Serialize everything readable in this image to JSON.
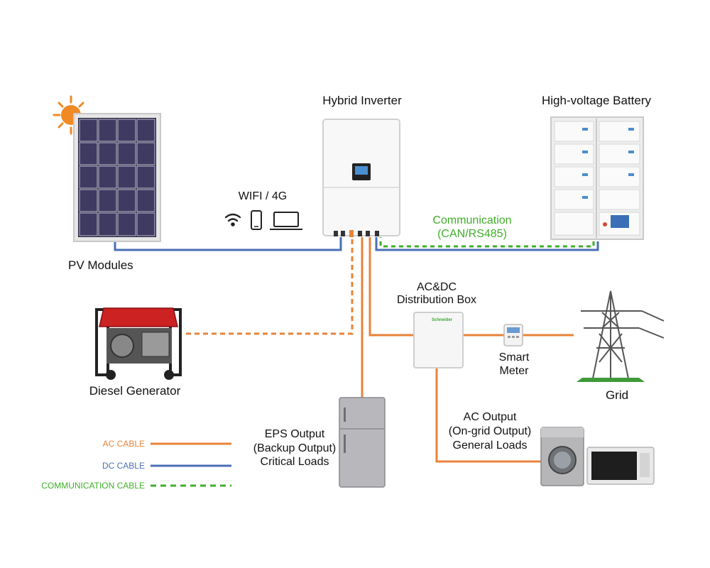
{
  "labels": {
    "pv_modules": "PV Modules",
    "hybrid_inverter": "Hybrid Inverter",
    "battery": "High-voltage Battery",
    "wifi": "WIFI / 4G",
    "communication_line1": "Communication",
    "communication_line2": "(CAN/RS485)",
    "distribution_line1": "AC&DC",
    "distribution_line2": "Distribution Box",
    "diesel_generator": "Diesel Generator",
    "smart_meter_line1": "Smart",
    "smart_meter_line2": "Meter",
    "grid": "Grid",
    "eps_line1": "EPS Output",
    "eps_line2": "(Backup Output)",
    "eps_line3": "Critical Loads",
    "ac_out_line1": "AC Output",
    "ac_out_line2": "(On-grid Output)",
    "ac_out_line3": "General Loads",
    "distribution_box_brand": "Schneider"
  },
  "legend": {
    "ac_cable": "AC CABLE",
    "dc_cable": "DC CABLE",
    "comm_cable": "COMMUNICATION CABLE"
  },
  "colors": {
    "ac": "#e8833a",
    "dc": "#4a6fb5",
    "comm": "#3fae2a"
  }
}
